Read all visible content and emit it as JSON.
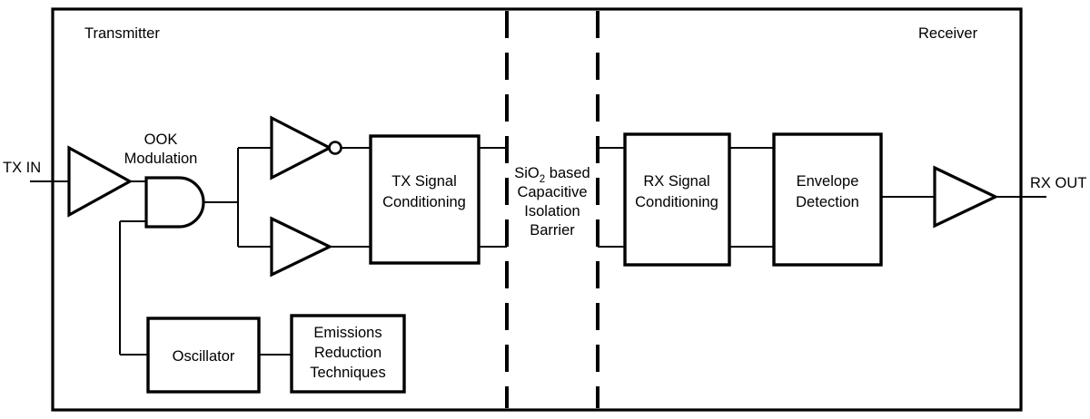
{
  "figure": {
    "type": "block-diagram",
    "title": "Capacitive isolated digital isolator block diagram",
    "background_color": "#ffffff",
    "line_color": "#000000"
  },
  "sections": {
    "transmitter_label": "Transmitter",
    "receiver_label": "Receiver"
  },
  "io": {
    "input_label": "TX IN",
    "output_label": "RX OUT"
  },
  "annotations": {
    "ook_line1": "OOK",
    "ook_line2": "Modulation"
  },
  "barrier": {
    "line1_pre": "SiO",
    "line1_sub": "2",
    "line1_post": " based",
    "line2": "Capacitive",
    "line3": "Isolation",
    "line4": "Barrier"
  },
  "blocks": [
    {
      "id": "tx-signal-conditioning",
      "line1": "TX Signal",
      "line2": "Conditioning",
      "line3": ""
    },
    {
      "id": "rx-signal-conditioning",
      "line1": "RX Signal",
      "line2": "Conditioning",
      "line3": ""
    },
    {
      "id": "envelope-detection",
      "line1": "Envelope",
      "line2": "Detection",
      "line3": ""
    },
    {
      "id": "oscillator",
      "line1": "Oscillator",
      "line2": "",
      "line3": ""
    },
    {
      "id": "emissions-reduction-techniques",
      "line1": "Emissions",
      "line2": "Reduction",
      "line3": "Techniques"
    }
  ],
  "gates": [
    {
      "id": "tx-input-buffer",
      "kind": "buffer-triangle"
    },
    {
      "id": "and-gate",
      "kind": "and-gate"
    },
    {
      "id": "inverter",
      "kind": "inverter-triangle-with-bubble"
    },
    {
      "id": "buffer",
      "kind": "buffer-triangle"
    },
    {
      "id": "rx-output-buffer",
      "kind": "buffer-triangle"
    }
  ]
}
